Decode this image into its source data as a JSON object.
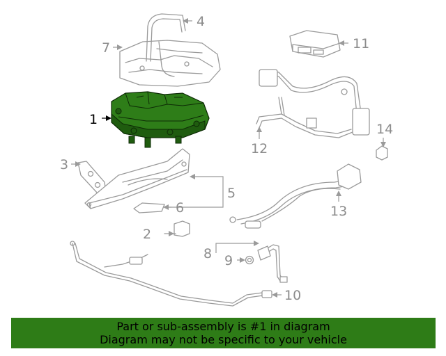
{
  "callouts": {
    "c1": "1",
    "c2": "2",
    "c3": "3",
    "c4": "4",
    "c5": "5",
    "c6": "6",
    "c7": "7",
    "c8": "8",
    "c9": "9",
    "c10": "10",
    "c11": "11",
    "c12": "12",
    "c13": "13",
    "c14": "14"
  },
  "banner": {
    "line1": "Part or sub-assembly is #1 in diagram",
    "line2": "Diagram may not be specific to your vehicle"
  },
  "colors": {
    "highlight": "#2e7d18",
    "banner": "#2e7c17",
    "line_art": "#9a9a9a"
  }
}
